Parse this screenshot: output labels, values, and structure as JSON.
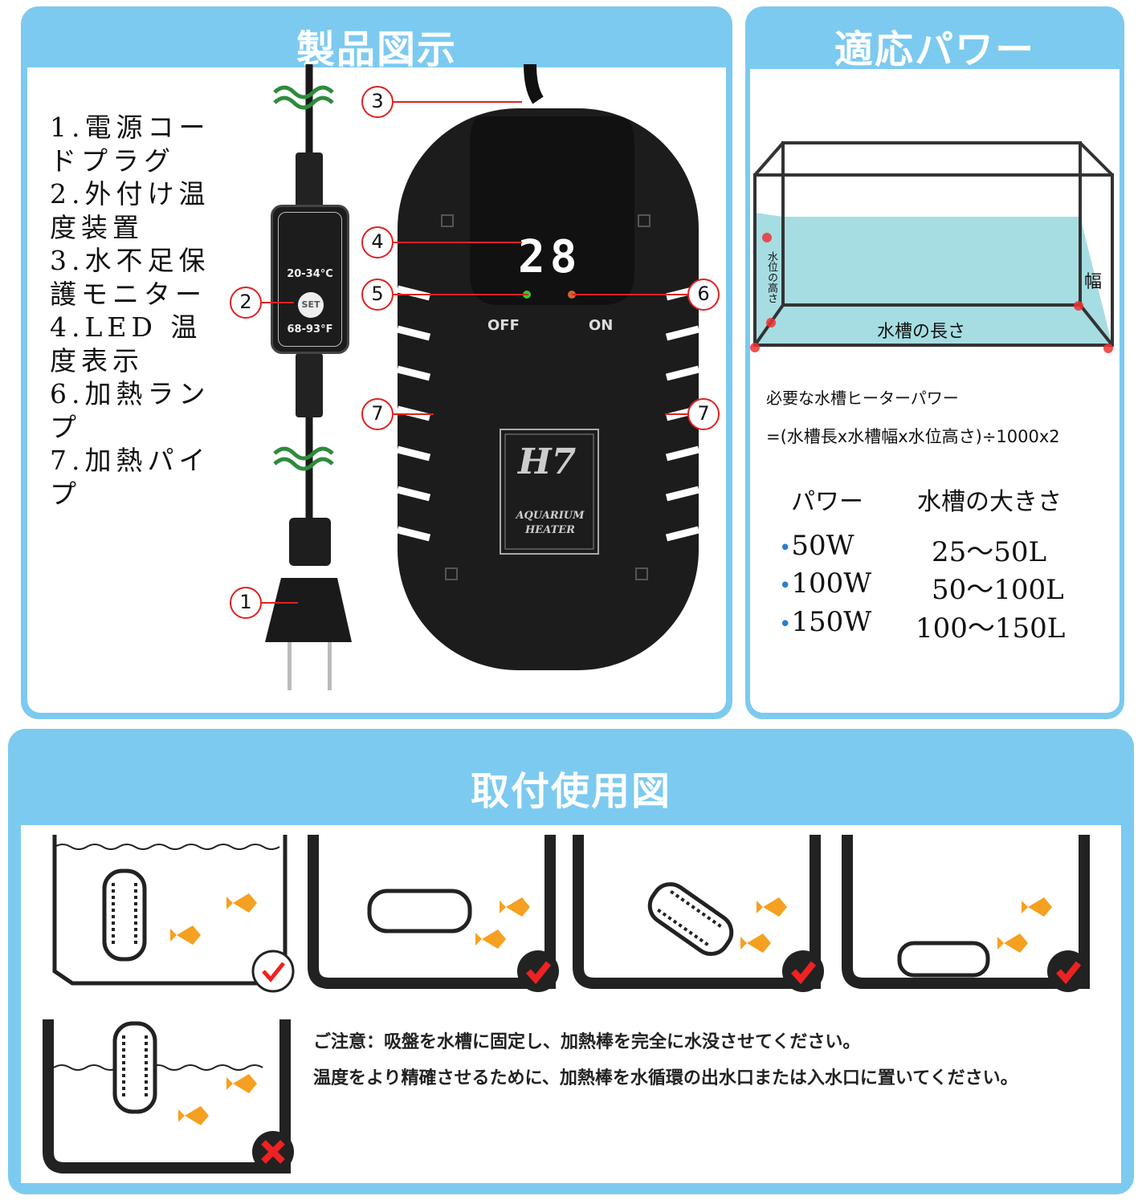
{
  "colors": {
    "panel_blue": "#7ccaf0",
    "callout_red": "#dd2222",
    "water": "#a6dde2",
    "led": "#ffffff"
  },
  "product": {
    "title": "製品図示",
    "features": [
      "1.電源コードプラグ",
      "2.外付け温度装置",
      "3.水不足保護モニター",
      "4.LED 温度表示",
      "6.加熱ランプ",
      "7.加熱パイプ"
    ],
    "callouts": [
      "1",
      "2",
      "3",
      "4",
      "5",
      "6",
      "7",
      "7"
    ],
    "controller": {
      "celsius": "20-34°C",
      "button": "SET",
      "fahrenheit": "68-93°F"
    },
    "display": "28",
    "off_label": "OFF",
    "on_label": "ON",
    "logo": {
      "brand": "H7",
      "line1": "AQUARIUM",
      "line2": "HEATER"
    }
  },
  "power": {
    "title": "適応パワー",
    "tank_labels": {
      "height": "水位の高さ",
      "width": "幅",
      "length": "水槽の長さ"
    },
    "formula_title": "必要な水槽ヒーターパワー",
    "formula": "=(水槽長x水槽幅x水位高さ)÷1000x2",
    "headers": [
      "パワー",
      "水槽の大きさ"
    ],
    "rows": [
      {
        "watt": "50W",
        "size": "25～50L"
      },
      {
        "watt": "100W",
        "size": "50～100L"
      },
      {
        "watt": "150W",
        "size": "100～150L"
      }
    ]
  },
  "install": {
    "title": "取付使用図",
    "notes": [
      "ご注意：吸盤を水槽に固定し、加熱棒を完全に水没させてください。",
      "温度をより精確させるために、加熱棒を水循環の出水口または入水口に置いてください。"
    ],
    "diagrams": [
      {
        "status": "correct"
      },
      {
        "status": "correct"
      },
      {
        "status": "correct"
      },
      {
        "status": "correct"
      },
      {
        "status": "wrong"
      }
    ]
  }
}
